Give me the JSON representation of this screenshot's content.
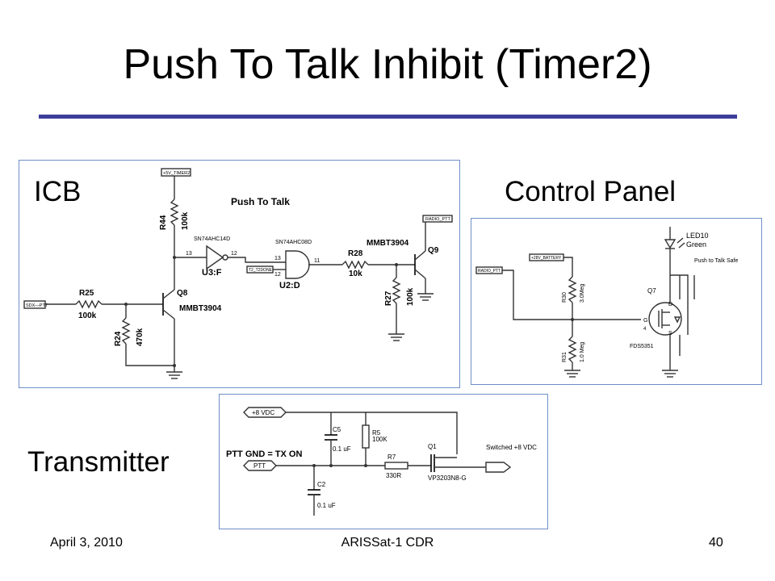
{
  "slide": {
    "title": "Push To Talk Inhibit (Timer2)",
    "labels": {
      "icb": "ICB",
      "control_panel": "Control Panel",
      "transmitter": "Transmitter"
    },
    "footer": {
      "date": "April 3, 2010",
      "center": "ARISSat-1 CDR",
      "page": "40"
    }
  },
  "icb": {
    "net_timer": "+5V_TIMER2",
    "caption": "Push To Talk",
    "r44": "R44",
    "r44_val": "100k",
    "inv_part": "SN74AHC14D",
    "inv_pin_in": "13",
    "inv_pin_out": "12",
    "inv_ref": "U3:F",
    "t2_net": "T2_T2DONE",
    "and_part": "SN74AHC08D",
    "and_pin_a": "13",
    "and_pin_b": "12",
    "and_pin_out": "11",
    "and_ref": "U2:D",
    "r28": "R28",
    "r28_val": "10k",
    "q9_part": "MMBT3904",
    "q9": "Q9",
    "radio_net": "RADIO_PTT",
    "r27": "R27",
    "r27_val": "100k",
    "sdx_net": "SDX—PTT",
    "r25": "R25",
    "r25_val": "100k",
    "q8": "Q8",
    "q8_part": "MMBT3904",
    "r24": "R24",
    "r24_val": "470k"
  },
  "control": {
    "radio_net": "RADIO_PTT",
    "battery_net": "+28V_BATTERY",
    "r30": "R30",
    "r30_val": "3.0Meg",
    "r31": "R31",
    "r31_val": "1.0 Meg",
    "led": "LED10",
    "led_color": "Green",
    "led_caption": "Push to Talk Safe",
    "q7": "Q7",
    "q7_part": "FDS5351",
    "pin_g": "G",
    "pin_d": "D",
    "pin_s": "S",
    "pin_4": "4"
  },
  "tx": {
    "vdc": "+8 VDC",
    "ptt_gnd": "PTT GND = TX ON",
    "ptt": "PTT",
    "c5": "C5",
    "c5_val": "0.1 uF",
    "r5": "R5",
    "r5_val": "100K",
    "q1": "Q1",
    "q1_part": "VP3203N8-G",
    "r7": "R7",
    "r7_val": "330R",
    "switched": "Switched +8 VDC",
    "c2": "C2",
    "c2_val": "0.1 uF"
  }
}
